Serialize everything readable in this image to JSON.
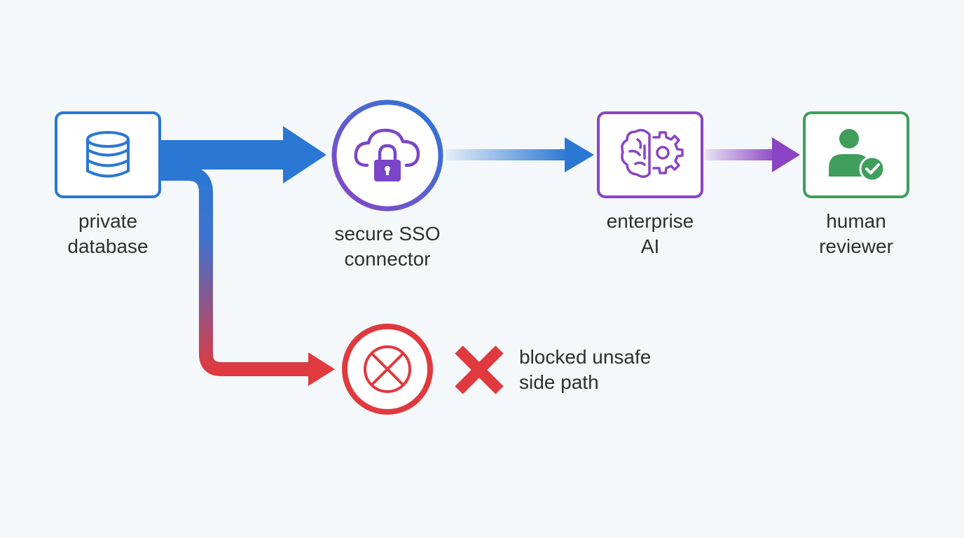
{
  "nodes": {
    "database": {
      "line1": "private",
      "line2": "database",
      "icon": "database-icon",
      "color": "#2a77d4"
    },
    "sso": {
      "line1": "secure SSO",
      "line2": "connector",
      "icon": "cloud-lock-icon",
      "color": "#7b45c9"
    },
    "ai": {
      "line1": "enterprise",
      "line2": "AI",
      "icon": "brain-gear-icon",
      "color": "#8a44c4"
    },
    "human": {
      "line1": "human",
      "line2": "reviewer",
      "icon": "user-check-icon",
      "color": "#3f9e5c"
    },
    "blocked": {
      "line1": "blocked unsafe",
      "line2": "side path",
      "icon": "blocked-icon",
      "color": "#e0393e"
    }
  },
  "colors": {
    "blue": "#2a77d4",
    "purple": "#8a44c4",
    "green": "#3f9e5c",
    "red": "#e0393e"
  }
}
